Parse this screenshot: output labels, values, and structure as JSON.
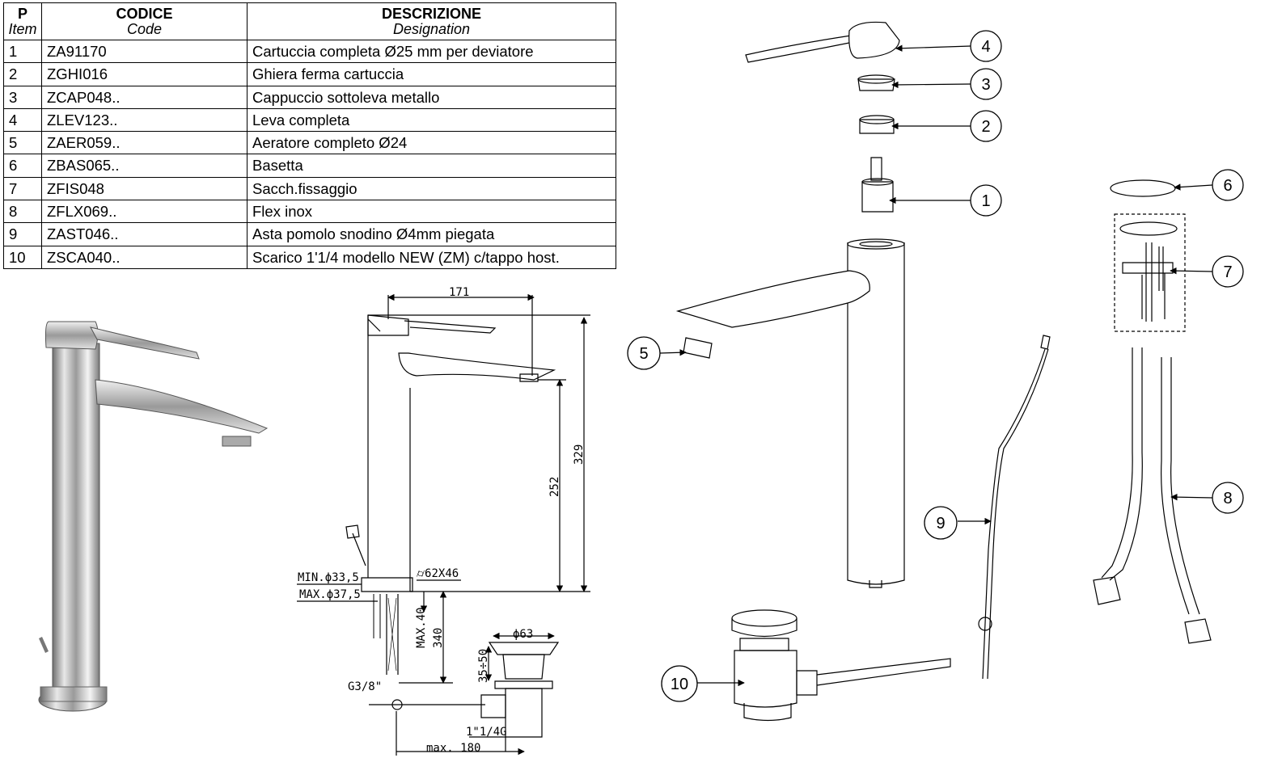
{
  "table": {
    "header": {
      "item_main": "P",
      "item_sub": "Item",
      "code_main": "CODICE",
      "code_sub": "Code",
      "desc_main": "DESCRIZIONE",
      "desc_sub": "Designation"
    },
    "rows": [
      {
        "item": "1",
        "code": "ZA91170",
        "desc": "Cartuccia completa Ø25 mm per deviatore"
      },
      {
        "item": "2",
        "code": "ZGHI016",
        "desc": "Ghiera ferma cartuccia"
      },
      {
        "item": "3",
        "code": "ZCAP048..",
        "desc": "Cappuccio sottoleva metallo"
      },
      {
        "item": "4",
        "code": "ZLEV123..",
        "desc": "Leva completa"
      },
      {
        "item": "5",
        "code": "ZAER059..",
        "desc": "Aeratore completo Ø24"
      },
      {
        "item": "6",
        "code": "ZBAS065..",
        "desc": "Basetta"
      },
      {
        "item": "7",
        "code": "ZFIS048",
        "desc": "Sacch.fissaggio"
      },
      {
        "item": "8",
        "code": "ZFLX069..",
        "desc": "Flex inox"
      },
      {
        "item": "9",
        "code": "ZAST046..",
        "desc": "Asta pomolo snodino Ø4mm piegata"
      },
      {
        "item": "10",
        "code": "ZSCA040..",
        "desc": "Scarico 1'1/4 modello NEW (ZM) c/tappo host."
      }
    ]
  },
  "dimensions": {
    "d171": "171",
    "d329": "329",
    "d252": "252",
    "min_hole": "MIN.ϕ33,5",
    "max_hole": "MAX.ϕ37,5",
    "base": "⌭62X46",
    "max40": "MAX.40",
    "d340": "340",
    "d63": "ϕ63",
    "d35_50": "35÷50",
    "g38": "G3/8\"",
    "g114": "1\"1/4G",
    "max180": "max. 180"
  },
  "callouts": [
    "1",
    "2",
    "3",
    "4",
    "5",
    "6",
    "7",
    "8",
    "9",
    "10"
  ]
}
